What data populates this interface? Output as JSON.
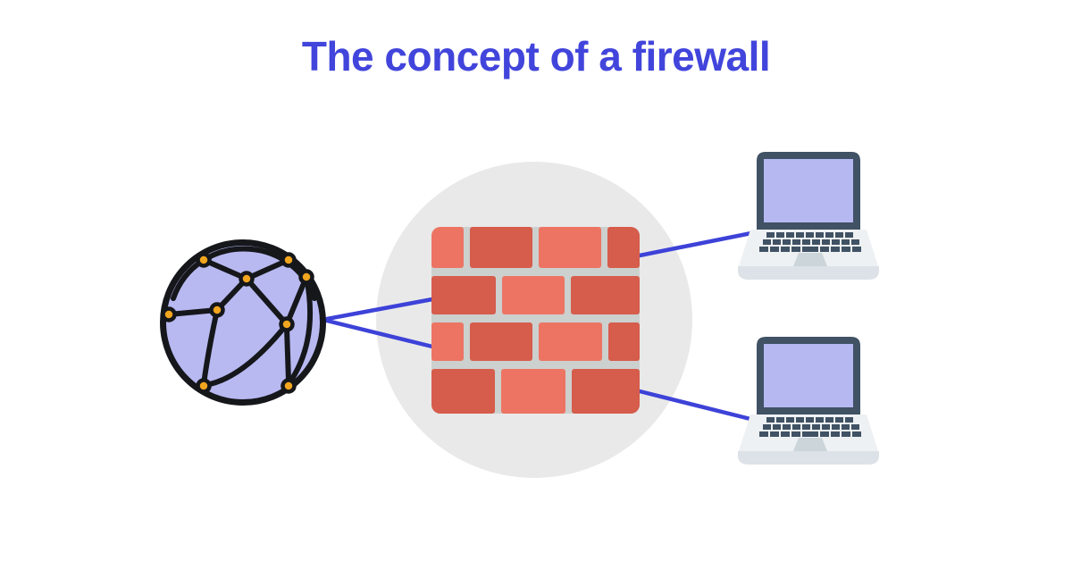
{
  "title": {
    "text": "The concept of a firewall"
  },
  "diagram": {
    "description": "An internet network globe connects through a firewall brick wall to two protected computers",
    "elements": [
      {
        "id": "internet",
        "icon": "globe-network-icon"
      },
      {
        "id": "firewall",
        "icon": "brick-wall-icon"
      },
      {
        "id": "computer-1",
        "icon": "laptop-icon"
      },
      {
        "id": "computer-2",
        "icon": "laptop-icon"
      }
    ],
    "connections": [
      {
        "from": "internet",
        "to": "firewall"
      },
      {
        "from": "internet",
        "to": "firewall"
      },
      {
        "from": "firewall",
        "to": "computer-1"
      },
      {
        "from": "firewall",
        "to": "computer-2"
      }
    ]
  },
  "firewall": {
    "rows": [
      {
        "bricks": [
          {
            "shade": "light",
            "w": 37
          },
          {
            "shade": "dark",
            "w": 70
          },
          {
            "shade": "light",
            "w": 71
          },
          {
            "shade": "dark",
            "w": 37
          }
        ]
      },
      {
        "bricks": [
          {
            "shade": "dark",
            "w": 72
          },
          {
            "shade": "light",
            "w": 70
          },
          {
            "shade": "dark",
            "w": 77
          }
        ]
      },
      {
        "bricks": [
          {
            "shade": "light",
            "w": 36
          },
          {
            "shade": "dark",
            "w": 71
          },
          {
            "shade": "light",
            "w": 72
          },
          {
            "shade": "dark",
            "w": 36
          }
        ]
      },
      {
        "bricks": [
          {
            "shade": "dark",
            "w": 72
          },
          {
            "shade": "light",
            "w": 72
          },
          {
            "shade": "dark",
            "w": 77
          }
        ]
      }
    ]
  },
  "colors": {
    "page-bg": "#ffffff",
    "title-color": "#4245db",
    "globe-fill": "#b8b9f1",
    "node-fill": "#f2a51f",
    "outline": "#15171b",
    "circle-bg": "#e9e9e9",
    "mortar": "#ccd0ce",
    "brick-light": "#ed7463",
    "brick-dark": "#d65c4b",
    "line-blue": "#3d42d8",
    "laptop-frame": "#405264",
    "laptop-screen": "#b6b8f2",
    "laptop-body": "#eef1f3",
    "laptop-base": "#dce2e7",
    "laptop-keys": "#405264",
    "trackpad": "#ccd5da"
  }
}
